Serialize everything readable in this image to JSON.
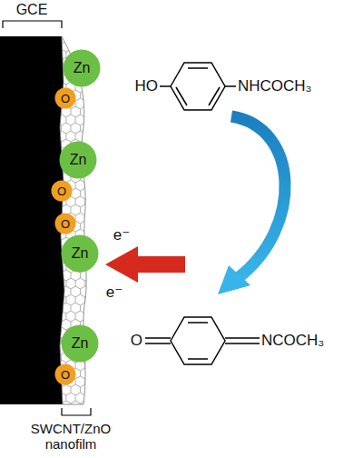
{
  "diagram": {
    "nodes": [
      {
        "text": [
          "Zn"
        ]
      },
      {
        "text": [
          "O"
        ]
      },
      {
        "text": [
          "Zn"
        ]
      },
      {
        "text": [
          "O"
        ]
      },
      {
        "text": [
          "O"
        ]
      },
      {
        "text": [
          "Zn"
        ]
      },
      {
        "text": [
          "Zn"
        ]
      },
      {
        "text": [
          "O"
        ]
      }
    ],
    "labels": [
      "GCE",
      "HO",
      "NHCOCH₃",
      "e⁻",
      "e⁻",
      "O",
      "NCOCH₃",
      "SWCNT/ZnO nanofilm"
    ]
  }
}
